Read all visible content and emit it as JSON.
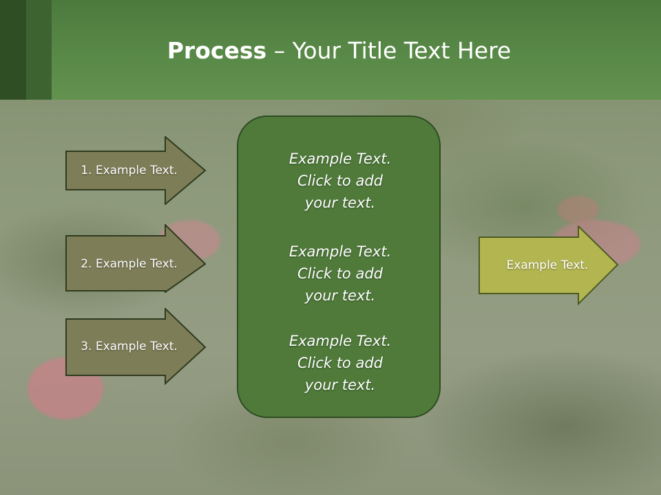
{
  "title": {
    "bold": "Process",
    "rest": " – Your Title Text Here"
  },
  "left_arrows": [
    {
      "label": "1. Example Text."
    },
    {
      "label": "2. Example Text."
    },
    {
      "label": "3. Example Text."
    }
  ],
  "center_blocks": [
    {
      "line1": "Example Text.",
      "line2": "Click  to add",
      "line3": "your text."
    },
    {
      "line1": "Example Text.",
      "line2": "Click  to add",
      "line3": "your text."
    },
    {
      "line1": "Example Text.",
      "line2": "Click  to add",
      "line3": "your text."
    }
  ],
  "right_arrow": {
    "label": "Example Text."
  },
  "colors": {
    "header": "#5a8a48",
    "left_arrow_fill": "#7d7d58",
    "center_box_fill": "#4f7a3a",
    "right_arrow_fill": "#b3b551"
  }
}
